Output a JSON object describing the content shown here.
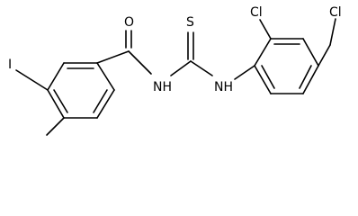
{
  "molecule": {
    "atom_labels": {
      "iodine": "I",
      "carbonyl_oxygen": "O",
      "sulfur": "S",
      "amide_nh": "NH",
      "thiourea_nh": "NH",
      "chlorine_ortho": "Cl",
      "chlorine_para": "Cl"
    }
  },
  "colors": {
    "bond": "#000000",
    "text": "#000000",
    "background": "#ffffff"
  }
}
